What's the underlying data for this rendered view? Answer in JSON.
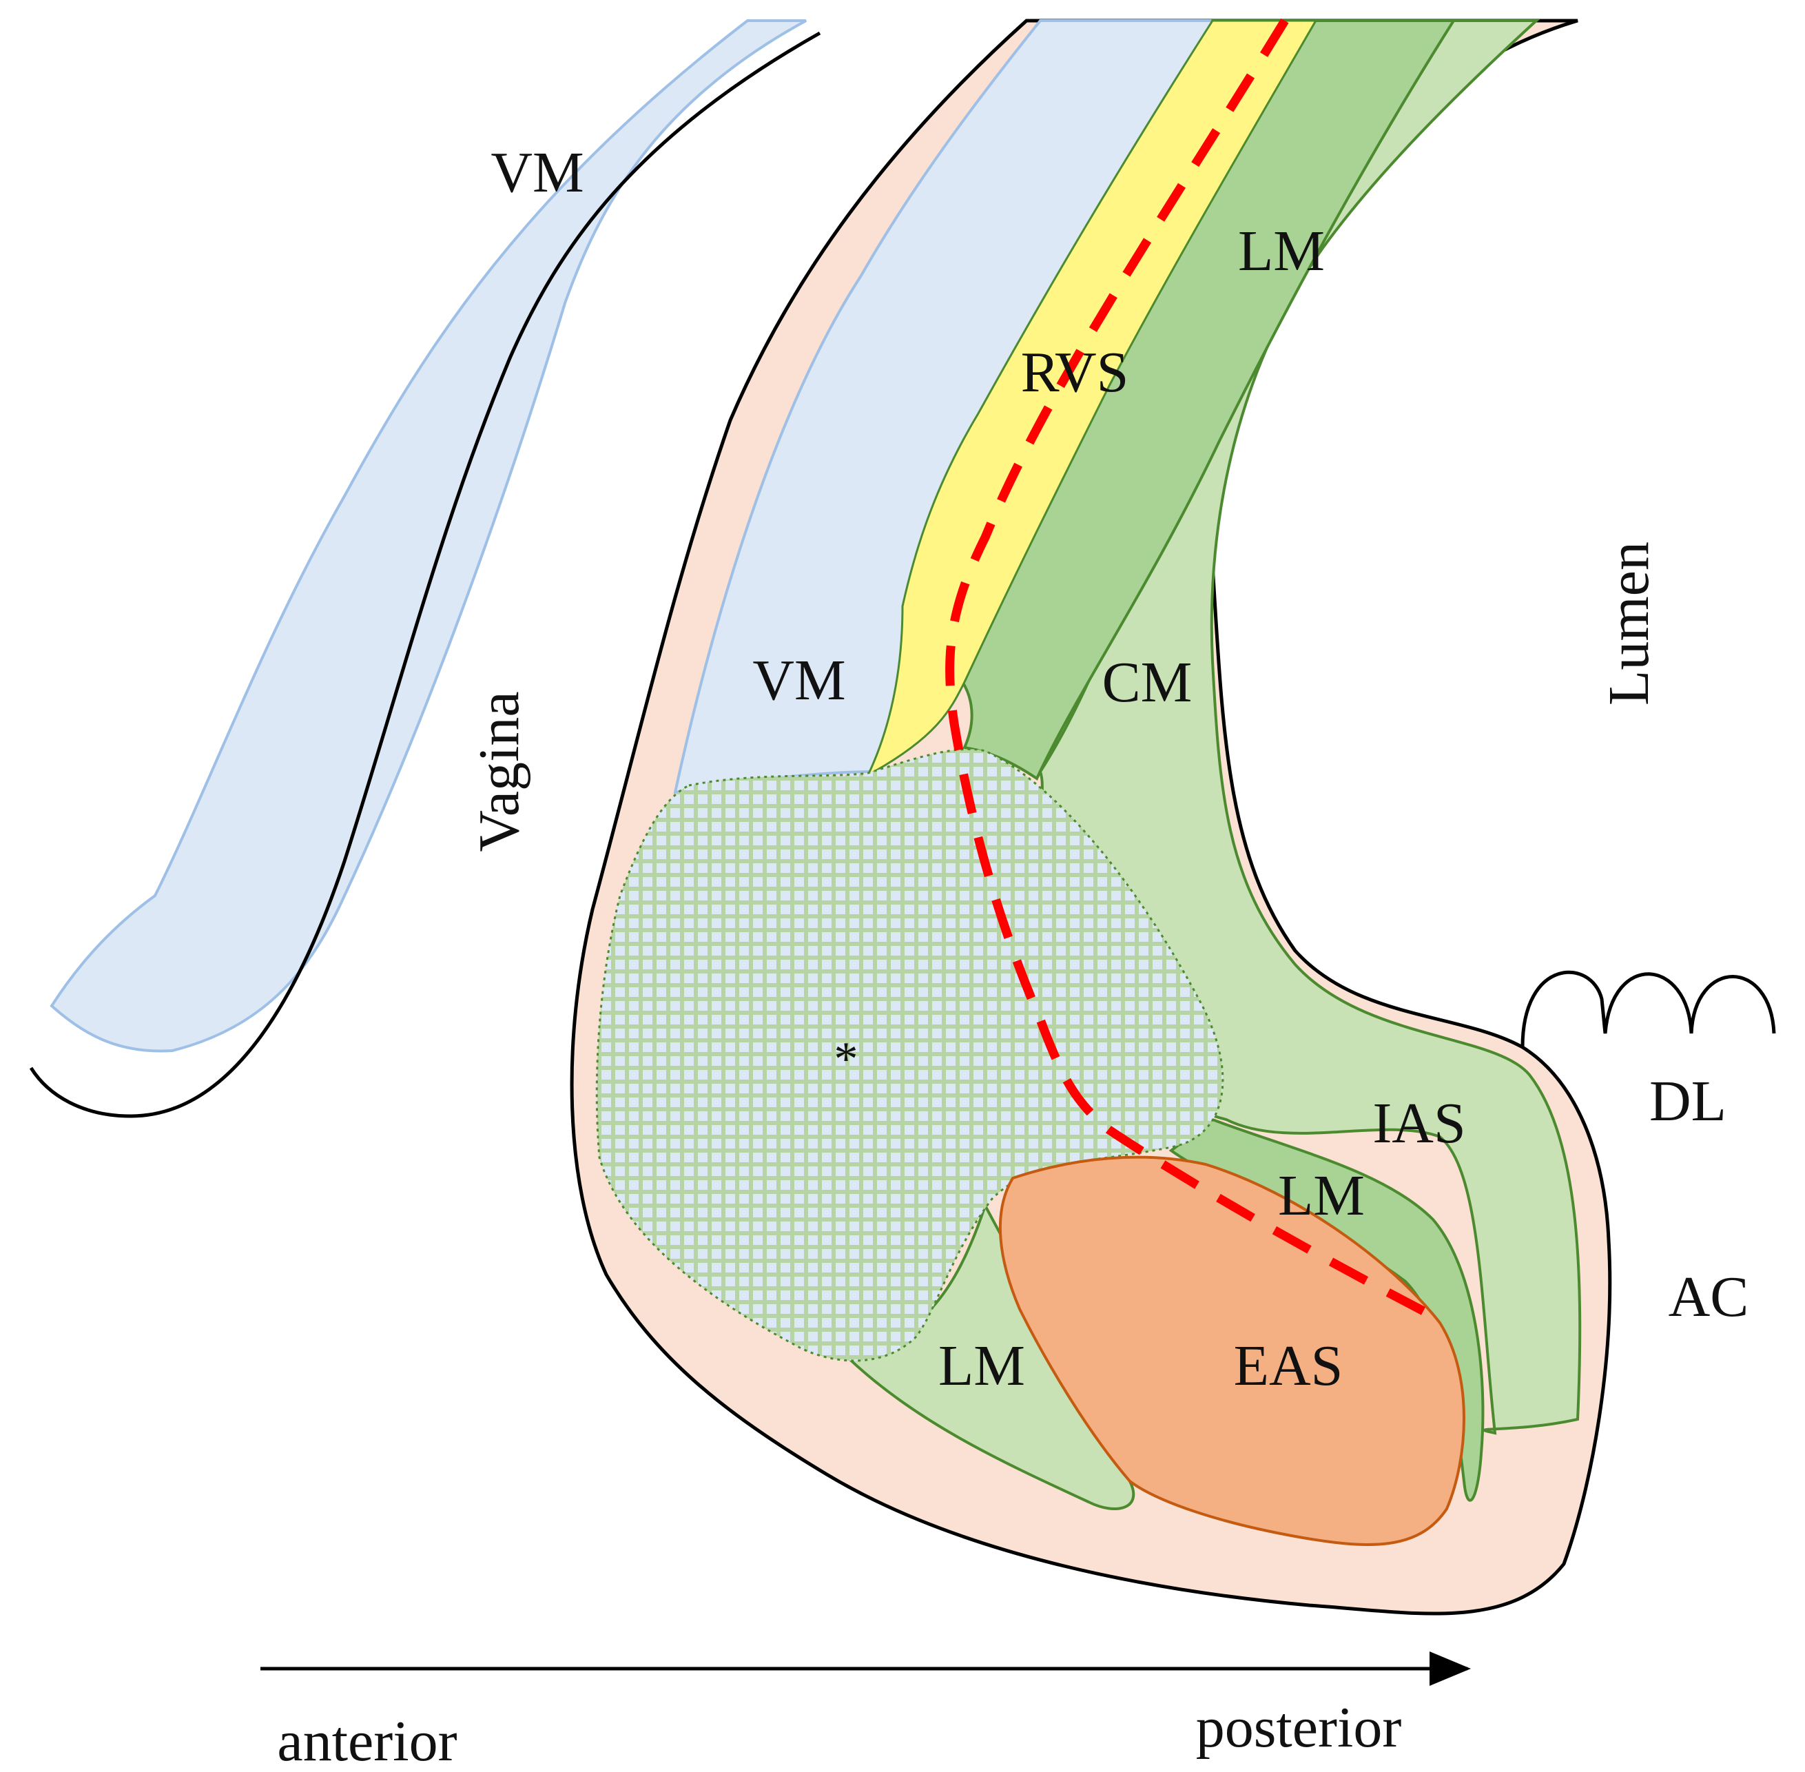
{
  "labels": {
    "vm_upper": "VM",
    "vm_lower": "VM",
    "lm_top": "LM",
    "rvs": "RVS",
    "cm": "CM",
    "lumen": "Lumen",
    "vagina": "Vagina",
    "asterisk": "*",
    "ias": "IAS",
    "lm_mid": "LM",
    "dl": "DL",
    "ac": "AC",
    "lm_bottom": "LM",
    "eas": "EAS",
    "anterior": "anterior",
    "posterior": "posterior"
  },
  "colors": {
    "vaginal_mucosa": "#dce8f6",
    "mucosa_outline": "#9fc0e6",
    "perianal_skin": "#fbe1d3",
    "rectovaginal_septum": "#fff685",
    "longitudinal_muscle": "#a8d395",
    "circular_muscle": "#c8e2b6",
    "external_sphincter": "#f4b083",
    "eas_outline": "#c55a11",
    "muscle_outline": "#4c8a30",
    "dissection_line": "#ff0000",
    "outline": "#000000"
  }
}
